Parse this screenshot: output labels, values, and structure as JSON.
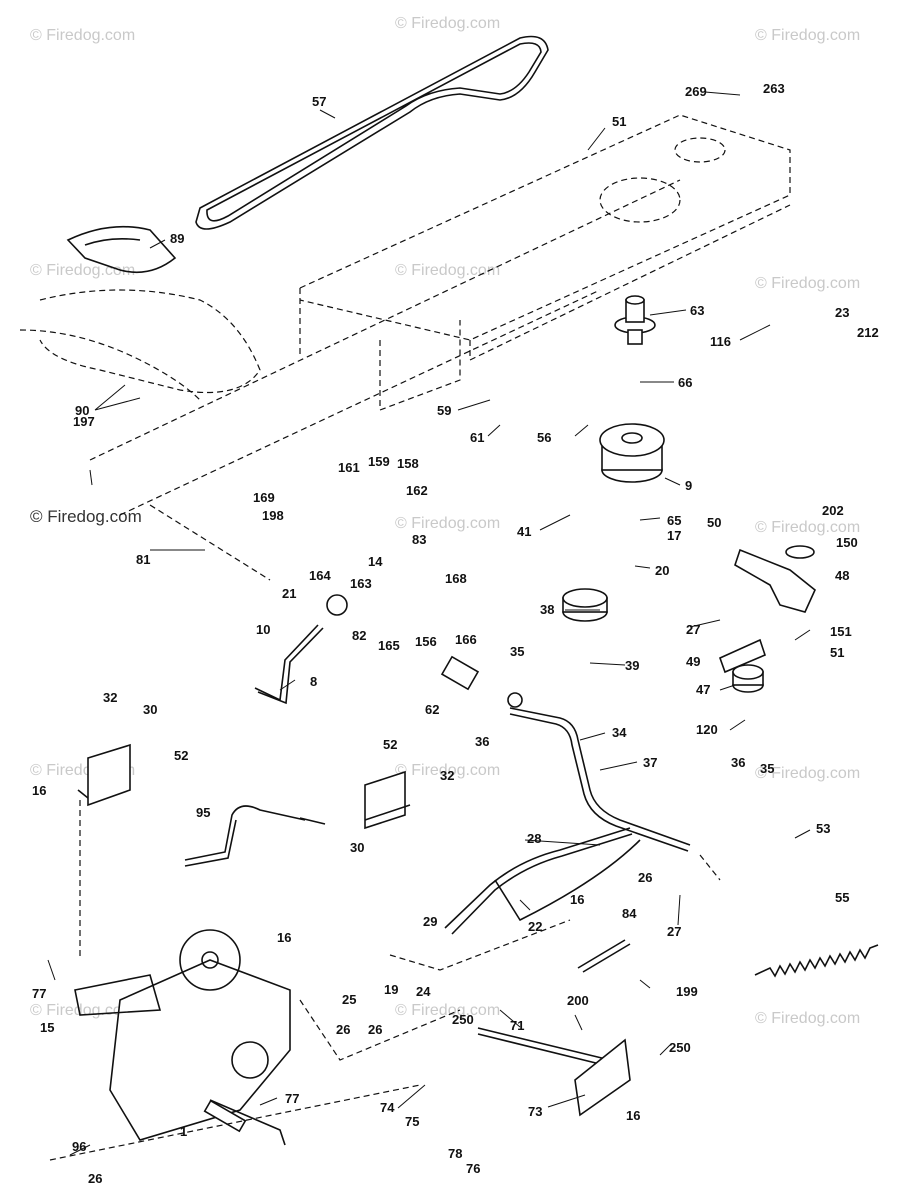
{
  "watermark": "© Firedog.com",
  "callouts": {
    "c57": "57",
    "c51a": "51",
    "c269": "269",
    "c263": "263",
    "c89": "89",
    "c90": "90",
    "c63": "63",
    "c23": "23",
    "c116": "116",
    "c212": "212",
    "c66": "66",
    "c59": "59",
    "c61": "61",
    "c56": "56",
    "c197": "197",
    "c161": "161",
    "c159": "159",
    "c158": "158",
    "c169": "169",
    "c198": "198",
    "c162": "162",
    "c9": "9",
    "c65": "65",
    "c17": "17",
    "c50": "50",
    "c202": "202",
    "c81": "81",
    "c41": "41",
    "c83": "83",
    "c164": "164",
    "c14": "14",
    "c150": "150",
    "c20": "20",
    "c21": "21",
    "c163": "163",
    "c168": "168",
    "c48": "48",
    "c38": "38",
    "c82": "82",
    "c165": "165",
    "c156": "156",
    "c166": "166",
    "c27a": "27",
    "c151": "151",
    "c10": "10",
    "c49": "49",
    "c51b": "51",
    "c35a": "35",
    "c39": "39",
    "c8": "8",
    "c47": "47",
    "c32a": "32",
    "c30a": "30",
    "c62": "62",
    "c52a": "52",
    "c36a": "36",
    "c34": "34",
    "c120": "120",
    "c16a": "16",
    "c52b": "52",
    "c32b": "32",
    "c37": "37",
    "c36b": "36",
    "c35b": "35",
    "c95": "95",
    "c30b": "30",
    "c53": "53",
    "c28": "28",
    "c26a": "26",
    "c16b": "16",
    "c84": "84",
    "c55": "55",
    "c29": "29",
    "c22": "22",
    "c27b": "27",
    "c16c": "16",
    "c77a": "77",
    "c25": "25",
    "c19": "19",
    "c24": "24",
    "c199": "199",
    "c200": "200",
    "c15": "15",
    "c26b": "26",
    "c26c": "26",
    "c250a": "250",
    "c71": "71",
    "c250b": "250",
    "c77b": "77",
    "c74": "74",
    "c96": "96",
    "c73": "73",
    "c16d": "16",
    "c75": "75",
    "c1": "1",
    "c78": "78",
    "c76": "76",
    "c26d": "26"
  }
}
